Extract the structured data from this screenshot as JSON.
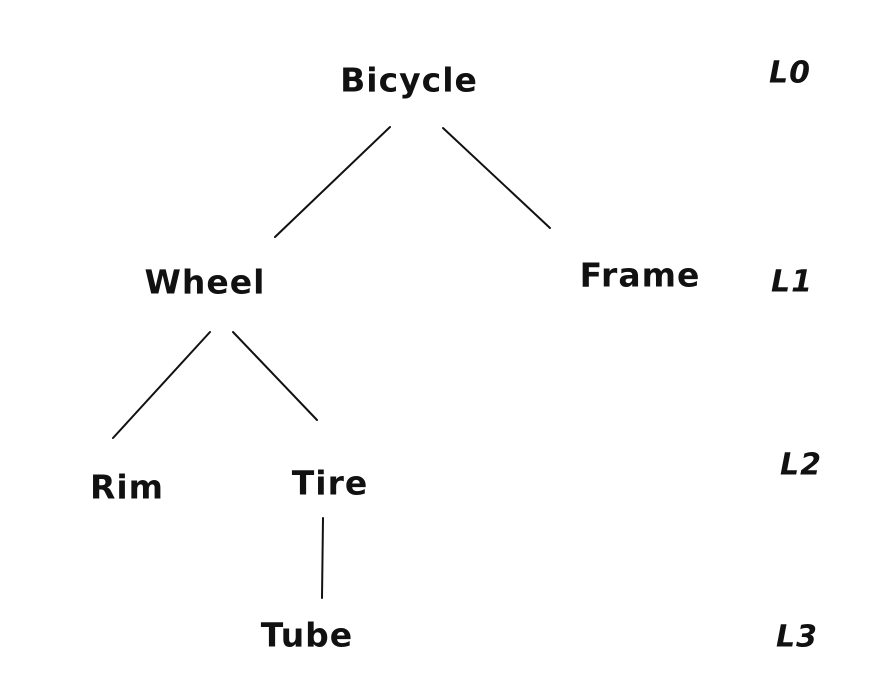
{
  "diagram": {
    "type": "tree",
    "ink_color": "#111111",
    "background_color": "#ffffff",
    "nodes": [
      {
        "id": "bicycle",
        "label": "Bicycle",
        "level": "L0"
      },
      {
        "id": "wheel",
        "label": "Wheel",
        "level": "L1"
      },
      {
        "id": "frame",
        "label": "Frame",
        "level": "L1"
      },
      {
        "id": "rim",
        "label": "Rim",
        "level": "L2"
      },
      {
        "id": "tire",
        "label": "Tire",
        "level": "L2"
      },
      {
        "id": "tube",
        "label": "Tube",
        "level": "L3"
      }
    ],
    "edges": [
      {
        "from": "Bicycle",
        "to": "Wheel"
      },
      {
        "from": "Bicycle",
        "to": "Frame"
      },
      {
        "from": "Wheel",
        "to": "Rim"
      },
      {
        "from": "Wheel",
        "to": "Tire"
      },
      {
        "from": "Tire",
        "to": "Tube"
      }
    ],
    "level_labels": [
      {
        "label": "L0"
      },
      {
        "label": "L1"
      },
      {
        "label": "L2"
      },
      {
        "label": "L3"
      }
    ]
  }
}
